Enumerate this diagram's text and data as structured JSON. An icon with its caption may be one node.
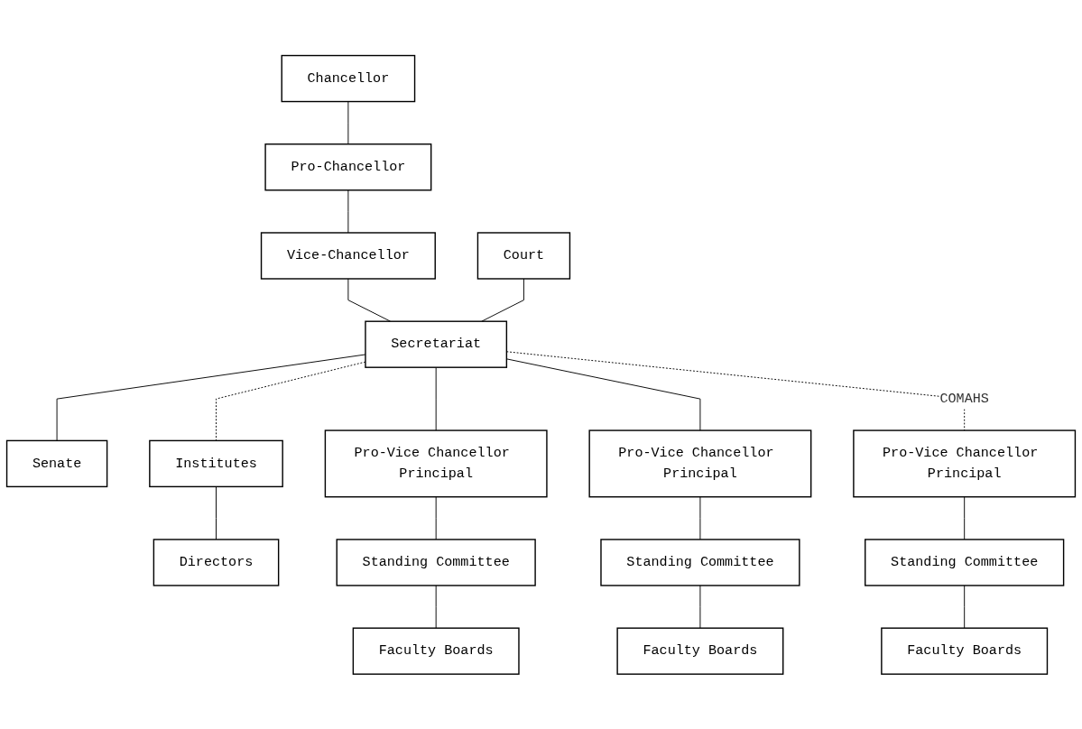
{
  "diagram": {
    "nodes": [
      {
        "text": [
          "Chancellor"
        ]
      },
      {
        "text": [
          "Pro-Chancellor"
        ]
      },
      {
        "text": [
          "Vice-Chancellor"
        ]
      },
      {
        "text": [
          "Court"
        ]
      },
      {
        "text": [
          "Secretariat"
        ]
      },
      {
        "text": [
          "Senate"
        ]
      },
      {
        "text": [
          "Institutes"
        ]
      },
      {
        "text": [
          "Directors"
        ]
      },
      {
        "text": [
          "Pro-Vice Chancellor Principal"
        ]
      },
      {
        "text": [
          "Standing Committee"
        ]
      },
      {
        "text": [
          "Faculty Boards"
        ]
      },
      {
        "text": [
          "Pro-Vice Chancellor Principal"
        ]
      },
      {
        "text": [
          "Standing Committee"
        ]
      },
      {
        "text": [
          "Faculty Boards"
        ]
      },
      {
        "text": [
          "Pro-Vice Chancellor Principal"
        ]
      },
      {
        "text": [
          "Standing Committee"
        ]
      },
      {
        "text": [
          "Faculty Boards"
        ]
      }
    ],
    "edges": [
      {
        "from": 0,
        "to": 1,
        "arrow": "none"
      },
      {
        "from": 1,
        "to": 2,
        "arrow": "none"
      },
      {
        "from": 2,
        "to": 4,
        "arrow": "none"
      },
      {
        "from": 3,
        "to": 4,
        "arrow": "none"
      },
      {
        "from": 4,
        "to": 5,
        "arrow": "none"
      },
      {
        "from": 4,
        "to": 6,
        "arrow": "none",
        "style": "dashed"
      },
      {
        "from": 4,
        "to": 8,
        "arrow": "none"
      },
      {
        "from": 4,
        "to": 11,
        "arrow": "none"
      },
      {
        "from": 4,
        "to": 14,
        "arrow": "none",
        "style": "dashed",
        "label": "COMAHS"
      },
      {
        "from": 6,
        "to": 7,
        "arrow": "none"
      },
      {
        "from": 8,
        "to": 9,
        "arrow": "none"
      },
      {
        "from": 9,
        "to": 10,
        "arrow": "none"
      },
      {
        "from": 11,
        "to": 12,
        "arrow": "none"
      },
      {
        "from": 12,
        "to": 13,
        "arrow": "none"
      },
      {
        "from": 14,
        "to": 15,
        "arrow": "none"
      },
      {
        "from": 15,
        "to": 16,
        "arrow": "none"
      }
    ]
  }
}
